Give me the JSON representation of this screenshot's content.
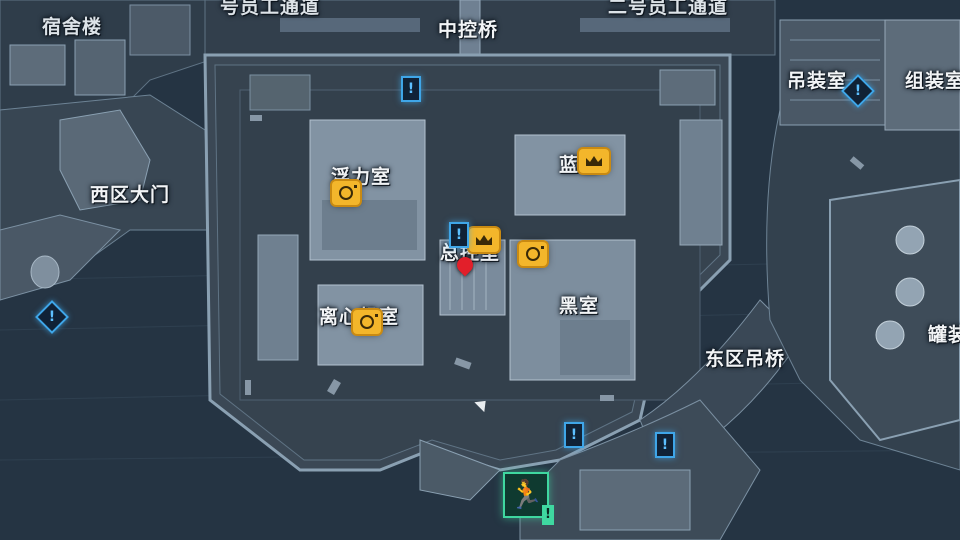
{
  "map": {
    "labels": {
      "dorm": "宿舍楼",
      "staff_corridor_1": "号员工通道",
      "center_bridge": "中控桥",
      "staff_corridor_2": "二号员工通道",
      "crane_room": "吊装室",
      "assembly_room": "组装室",
      "west_gate": "西区大门",
      "buoyancy_room": "浮力室",
      "blue_room": "蓝室",
      "control_room": "总控室",
      "black_room": "黑室",
      "centrifuge_room": "离心机室",
      "east_bridge": "东区吊桥",
      "tank": "罐装"
    },
    "marker_glyphs": {
      "alert": "!",
      "exit": "🏃",
      "exit_alert": "!"
    },
    "colors": {
      "water": "#253443",
      "ground": "#3d4b58",
      "building": "#8a99a8",
      "gold_marker": "#f3b62b",
      "blue_marker": "#3fa6e8",
      "exit_marker": "#3fd8a0",
      "player_pin": "#e21f2a"
    },
    "icons": [
      "loot-safe-icon",
      "crown-loot-icon",
      "alert-icon",
      "exit-icon",
      "player-pin-icon",
      "cursor-icon"
    ]
  }
}
